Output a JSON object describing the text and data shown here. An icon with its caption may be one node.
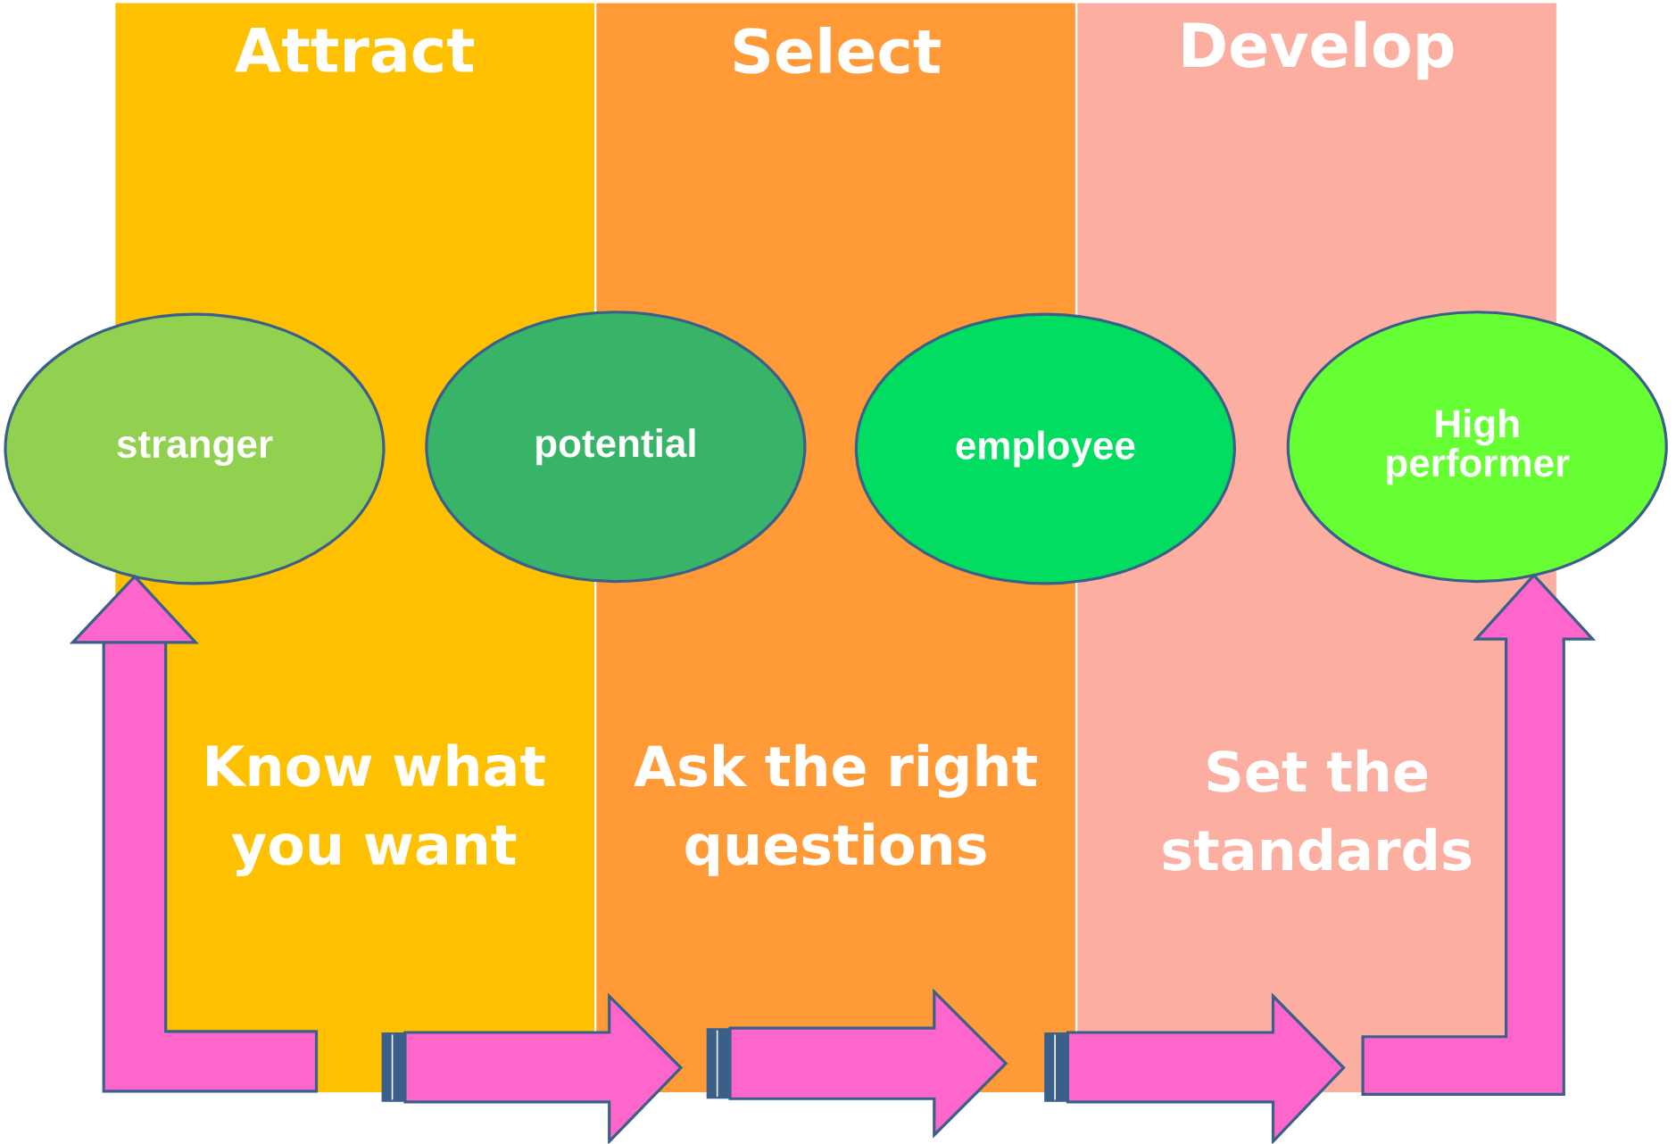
{
  "diagram": {
    "nodes": [
      {
        "text": [
          "Attract",
          "Know what you want"
        ]
      },
      {
        "text": [
          "Select",
          "Ask the right questions"
        ]
      },
      {
        "text": [
          "Develop",
          "Set the standards"
        ]
      },
      {
        "text": [
          "stranger"
        ]
      },
      {
        "text": [
          "potential"
        ]
      },
      {
        "text": [
          "employee"
        ]
      },
      {
        "text": [
          "High performer"
        ]
      }
    ],
    "edges": [
      {
        "from": null,
        "to": 3,
        "arrow": "to"
      },
      {
        "from": null,
        "to": 6,
        "arrow": "to"
      },
      {
        "from": 0,
        "to": 1,
        "arrow": "to"
      },
      {
        "from": 1,
        "to": 2,
        "arrow": "to"
      }
    ]
  }
}
